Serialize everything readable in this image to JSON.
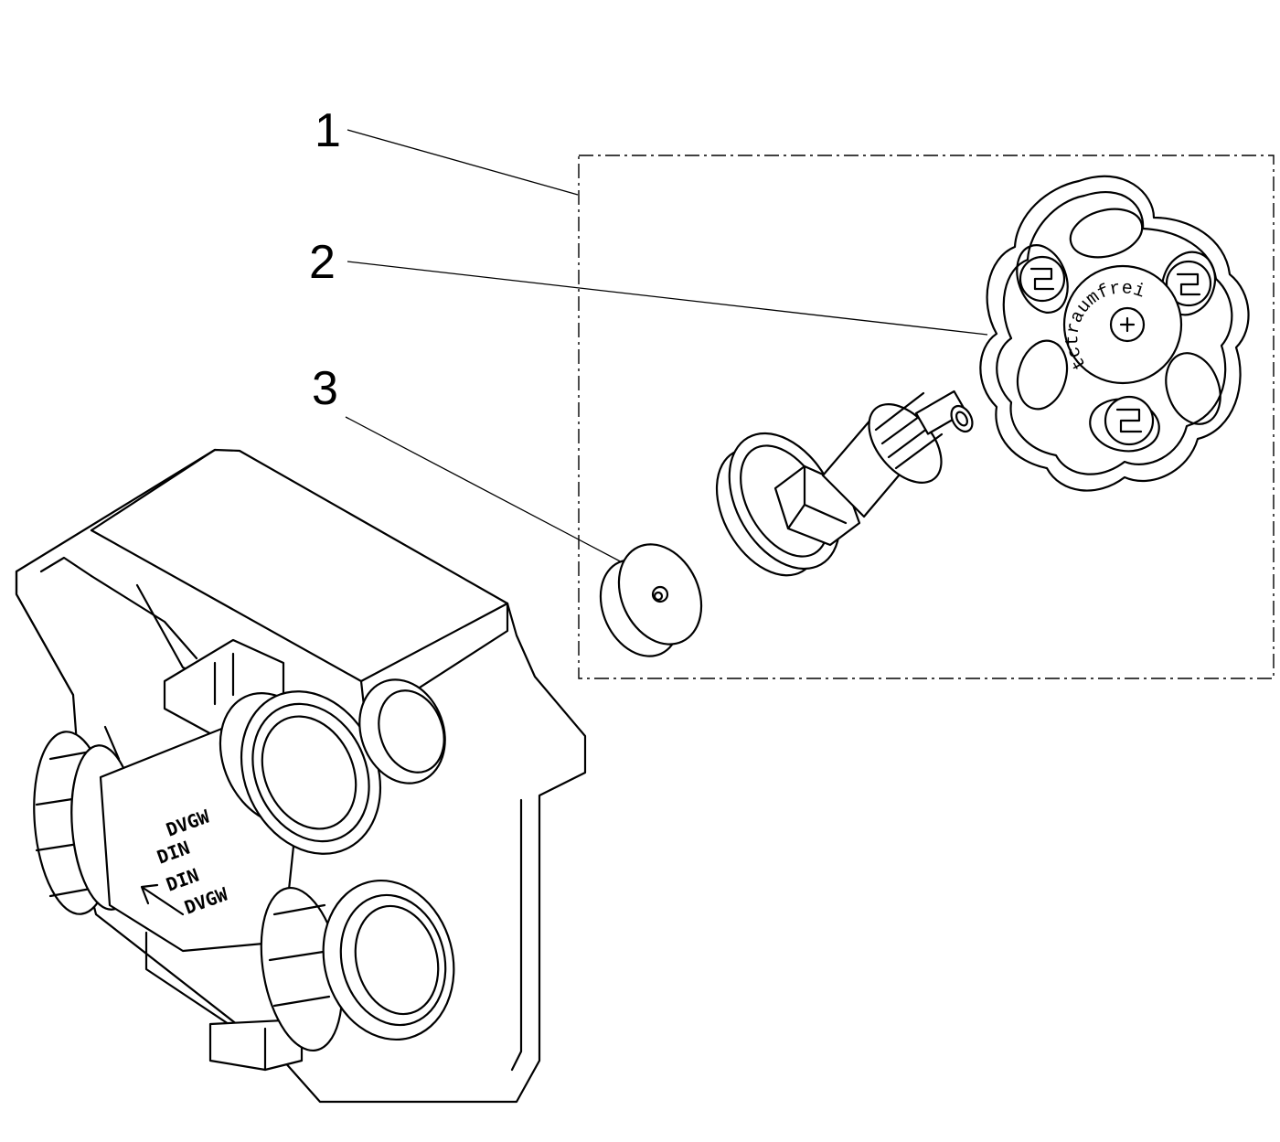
{
  "callouts": [
    {
      "number": "1"
    },
    {
      "number": "2"
    },
    {
      "number": "3"
    }
  ],
  "knob": {
    "text": "tctraumfrei"
  },
  "valve_body": {
    "markings": [
      "DVGW",
      "DIN",
      "DIN",
      "DVGW"
    ]
  },
  "colors": {
    "line": "#000000",
    "background": "#ffffff"
  }
}
